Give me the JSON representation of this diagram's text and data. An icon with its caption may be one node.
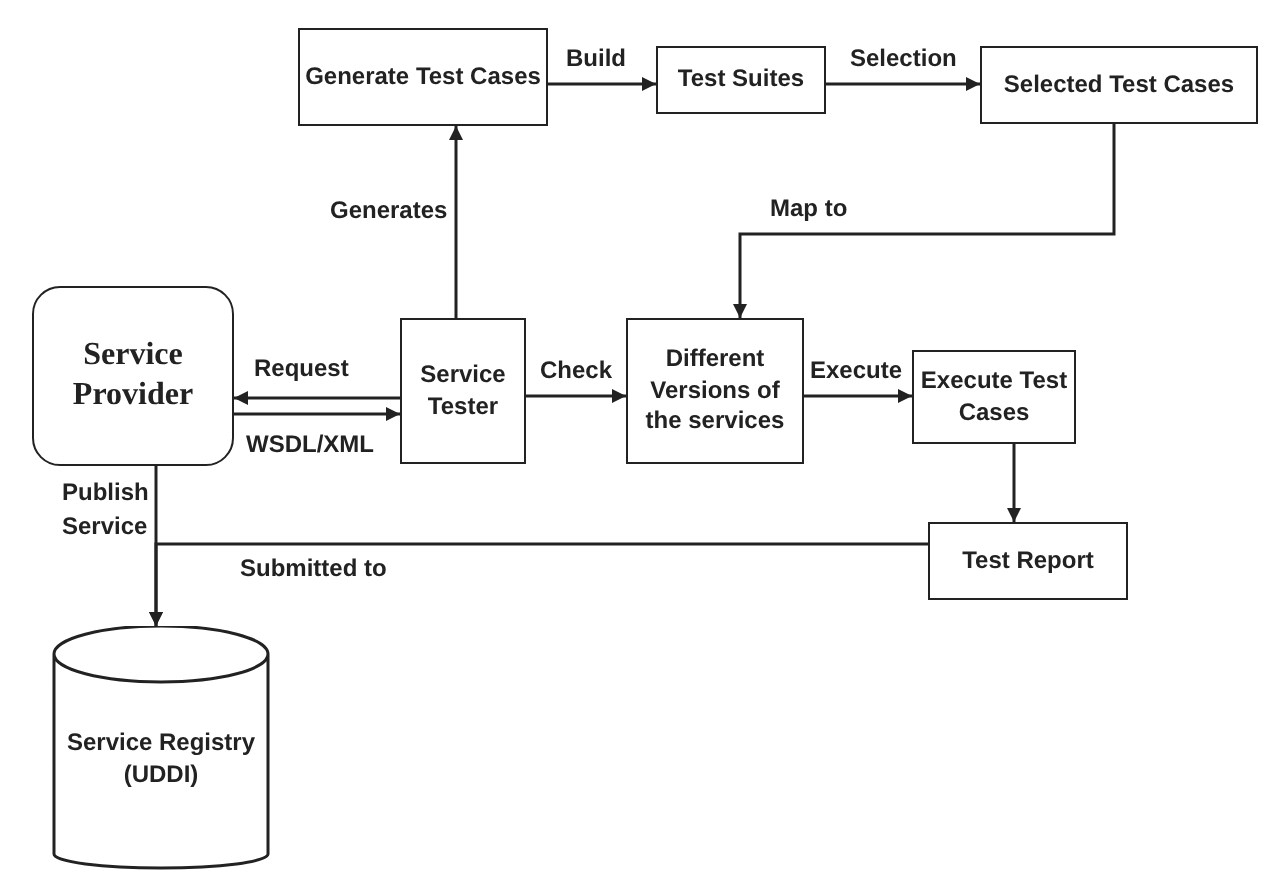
{
  "diagram": {
    "nodes": [
      {
        "text": [
          "Service Provider"
        ]
      },
      {
        "text": [
          "Service Tester"
        ]
      },
      {
        "text": [
          "Generate Test Cases"
        ]
      },
      {
        "text": [
          "Test Suites"
        ]
      },
      {
        "text": [
          "Selected Test Cases"
        ]
      },
      {
        "text": [
          "Different Versions of the services"
        ]
      },
      {
        "text": [
          "Execute Test Cases"
        ]
      },
      {
        "text": [
          "Test Report"
        ]
      },
      {
        "text": [
          "Service Registry (UDDI)"
        ]
      }
    ],
    "edges": [
      {
        "from": 1,
        "to": 2,
        "arrow": "to",
        "label": "Generates"
      },
      {
        "from": 2,
        "to": 3,
        "arrow": "to",
        "label": "Build"
      },
      {
        "from": 3,
        "to": 4,
        "arrow": "to",
        "label": "Selection"
      },
      {
        "from": 4,
        "to": 5,
        "arrow": "to",
        "label": "Map to"
      },
      {
        "from": 1,
        "to": 0,
        "arrow": "to",
        "label": "Request"
      },
      {
        "from": 0,
        "to": 1,
        "arrow": "to",
        "label": "WSDL/XML"
      },
      {
        "from": 1,
        "to": 5,
        "arrow": "to",
        "label": "Check"
      },
      {
        "from": 5,
        "to": 6,
        "arrow": "to",
        "label": "Execute"
      },
      {
        "from": 6,
        "to": 7,
        "arrow": "to"
      },
      {
        "from": 0,
        "to": 8,
        "arrow": "to",
        "label": "Publish Service"
      },
      {
        "from": 7,
        "to": 8,
        "arrow": "to",
        "label": "Submitted to"
      }
    ]
  }
}
